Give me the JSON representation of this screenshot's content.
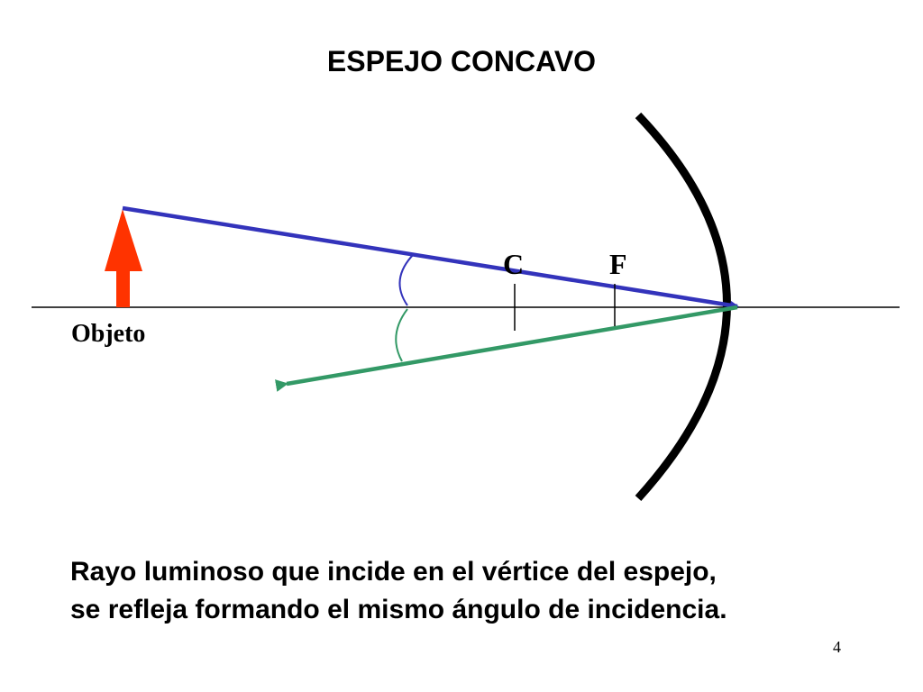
{
  "title": "ESPEJO CONCAVO",
  "labels": {
    "center": "C",
    "focus": "F",
    "object": "Objeto"
  },
  "caption": {
    "line1": "Rayo luminoso que incide en el vértice del espejo,",
    "line2": "se refleja formando el mismo ángulo de incidencia."
  },
  "page_number": "4",
  "colors": {
    "incident_ray": "#3333bb",
    "reflected_ray": "#339966",
    "object_arrow": "#ff3300",
    "mirror": "#000000",
    "axis": "#000000"
  }
}
